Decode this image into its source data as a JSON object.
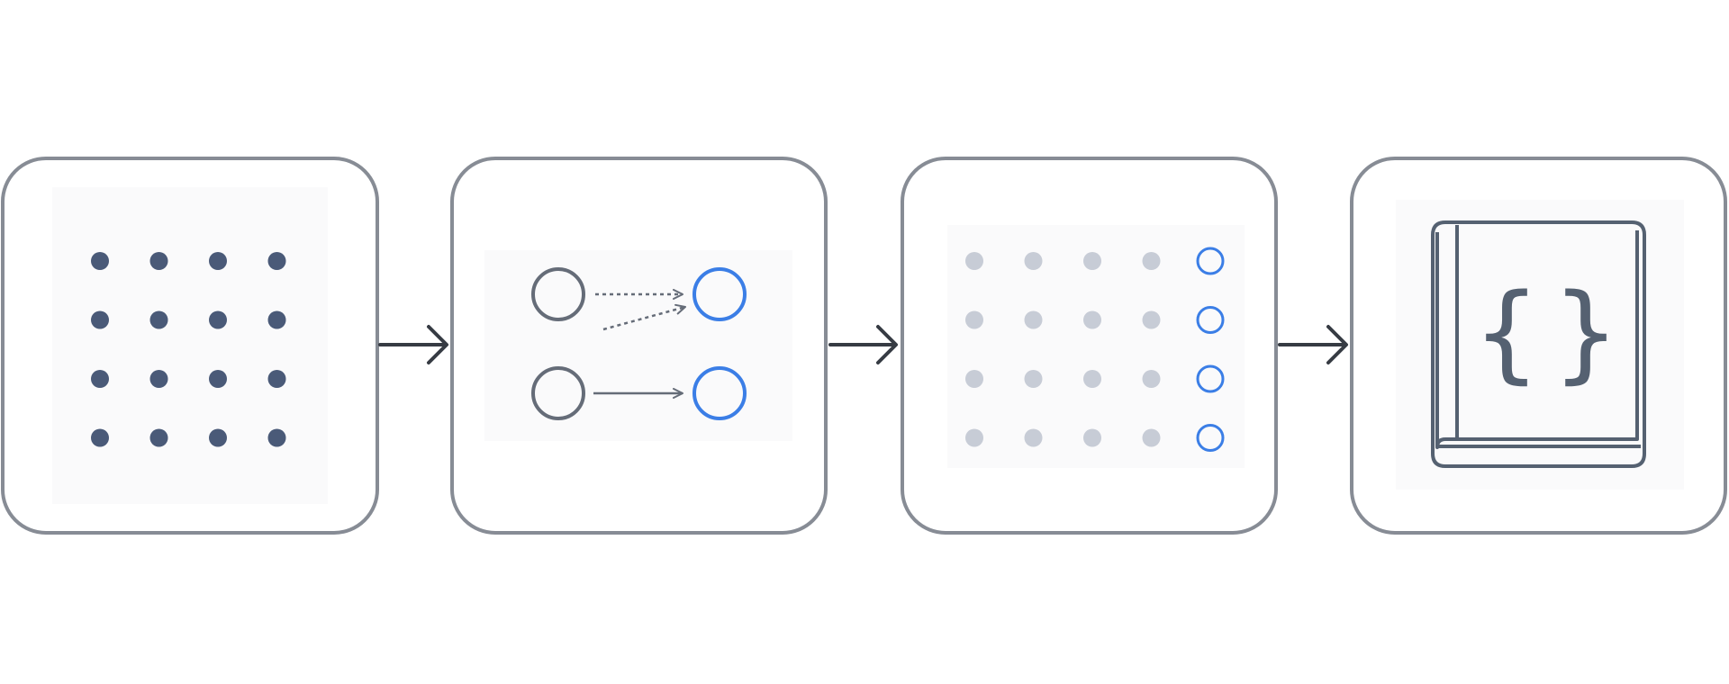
{
  "colors": {
    "frame": "#878c95",
    "dot_dark": "#4a5a78",
    "dot_light": "#c7ccd6",
    "accent_blue": "#3b7ee6",
    "circle_gray": "#656c78",
    "arrow_dark": "#363b43",
    "book": "#556171",
    "panel_fill": "#fafafb"
  },
  "steps": [
    {
      "id": "grid",
      "icon": "dot-grid-icon",
      "rows": 4,
      "cols": 4
    },
    {
      "id": "mapping",
      "icon": "node-mapping-icon",
      "pairs": [
        {
          "style": "dashed-fork"
        },
        {
          "style": "solid"
        }
      ]
    },
    {
      "id": "highlighted",
      "icon": "highlighted-column-grid-icon",
      "rows": 4,
      "cols": 5,
      "highlighted_column": 5
    },
    {
      "id": "book",
      "icon": "code-book-icon",
      "braces": {
        "left": "{",
        "right": "}"
      }
    }
  ],
  "connectors": [
    "arrow-right-icon",
    "arrow-right-icon",
    "arrow-right-icon"
  ]
}
